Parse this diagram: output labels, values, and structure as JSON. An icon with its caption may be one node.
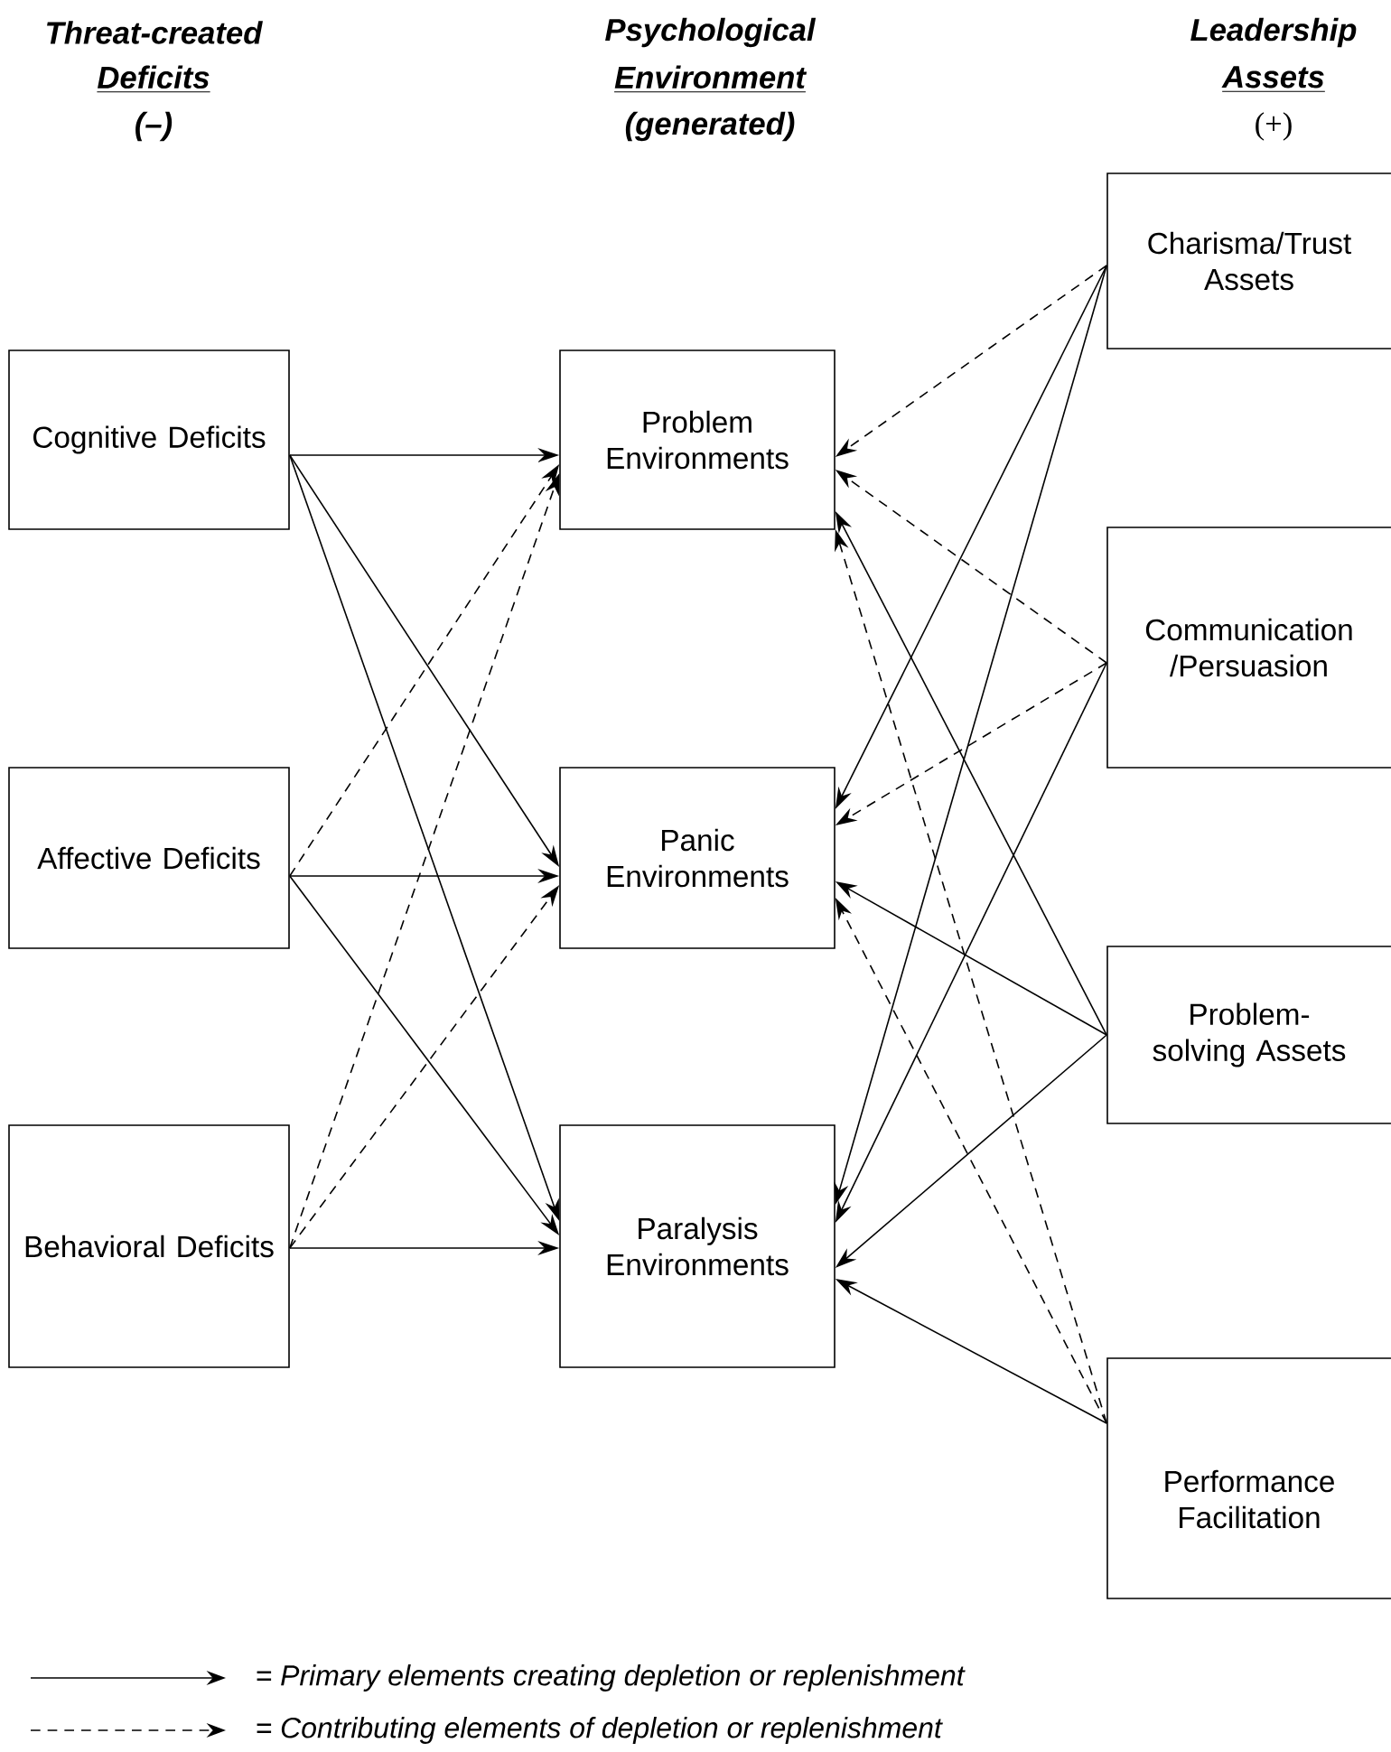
{
  "diagram": {
    "nodes": [
      {
        "text": [
          "Cognitive Deficits"
        ]
      },
      {
        "text": [
          "Affective Deficits"
        ]
      },
      {
        "text": [
          "Behavioral Deficits"
        ]
      },
      {
        "text": [
          "Problem Environments"
        ]
      },
      {
        "text": [
          "Panic Environments"
        ]
      },
      {
        "text": [
          "Paralysis Environments"
        ]
      },
      {
        "text": [
          "Charisma/Trust Assets"
        ]
      },
      {
        "text": [
          "Communication /Persuasion"
        ]
      },
      {
        "text": [
          "Problem-solving Assets"
        ]
      },
      {
        "text": [
          "Performance Facilitation"
        ]
      }
    ],
    "edges": [
      {
        "from": 0,
        "to": 3,
        "arrow": "to"
      },
      {
        "from": 0,
        "to": 4,
        "arrow": "to"
      },
      {
        "from": 0,
        "to": 5,
        "arrow": "to"
      },
      {
        "from": 1,
        "to": 3,
        "arrow": "to",
        "style": "dashed"
      },
      {
        "from": 1,
        "to": 4,
        "arrow": "to"
      },
      {
        "from": 1,
        "to": 5,
        "arrow": "to"
      },
      {
        "from": 2,
        "to": 3,
        "arrow": "to",
        "style": "dashed"
      },
      {
        "from": 2,
        "to": 4,
        "arrow": "to",
        "style": "dashed"
      },
      {
        "from": 2,
        "to": 5,
        "arrow": "to"
      },
      {
        "from": 6,
        "to": 3,
        "arrow": "to",
        "style": "dashed"
      },
      {
        "from": 6,
        "to": 4,
        "arrow": "to"
      },
      {
        "from": 6,
        "to": 5,
        "arrow": "to"
      },
      {
        "from": 7,
        "to": 3,
        "arrow": "to",
        "style": "dashed"
      },
      {
        "from": 7,
        "to": 4,
        "arrow": "to",
        "style": "dashed"
      },
      {
        "from": 7,
        "to": 5,
        "arrow": "to"
      },
      {
        "from": 8,
        "to": 3,
        "arrow": "to"
      },
      {
        "from": 8,
        "to": 4,
        "arrow": "to"
      },
      {
        "from": 8,
        "to": 5,
        "arrow": "to"
      },
      {
        "from": 9,
        "to": 3,
        "arrow": "to",
        "style": "dashed"
      },
      {
        "from": 9,
        "to": 4,
        "arrow": "to",
        "style": "dashed"
      },
      {
        "from": 9,
        "to": 5,
        "arrow": "to"
      }
    ],
    "labels": [
      "Threat-created",
      "Deficits",
      "(–)",
      "Psychological",
      "Environment",
      "(generated)",
      "Leadership",
      "Assets",
      "(+)"
    ],
    "legend": [
      {
        "text": "= Primary elements creating depletion or replenishment"
      },
      {
        "text": "= Contributing elements of depletion or replenishment"
      }
    ]
  }
}
